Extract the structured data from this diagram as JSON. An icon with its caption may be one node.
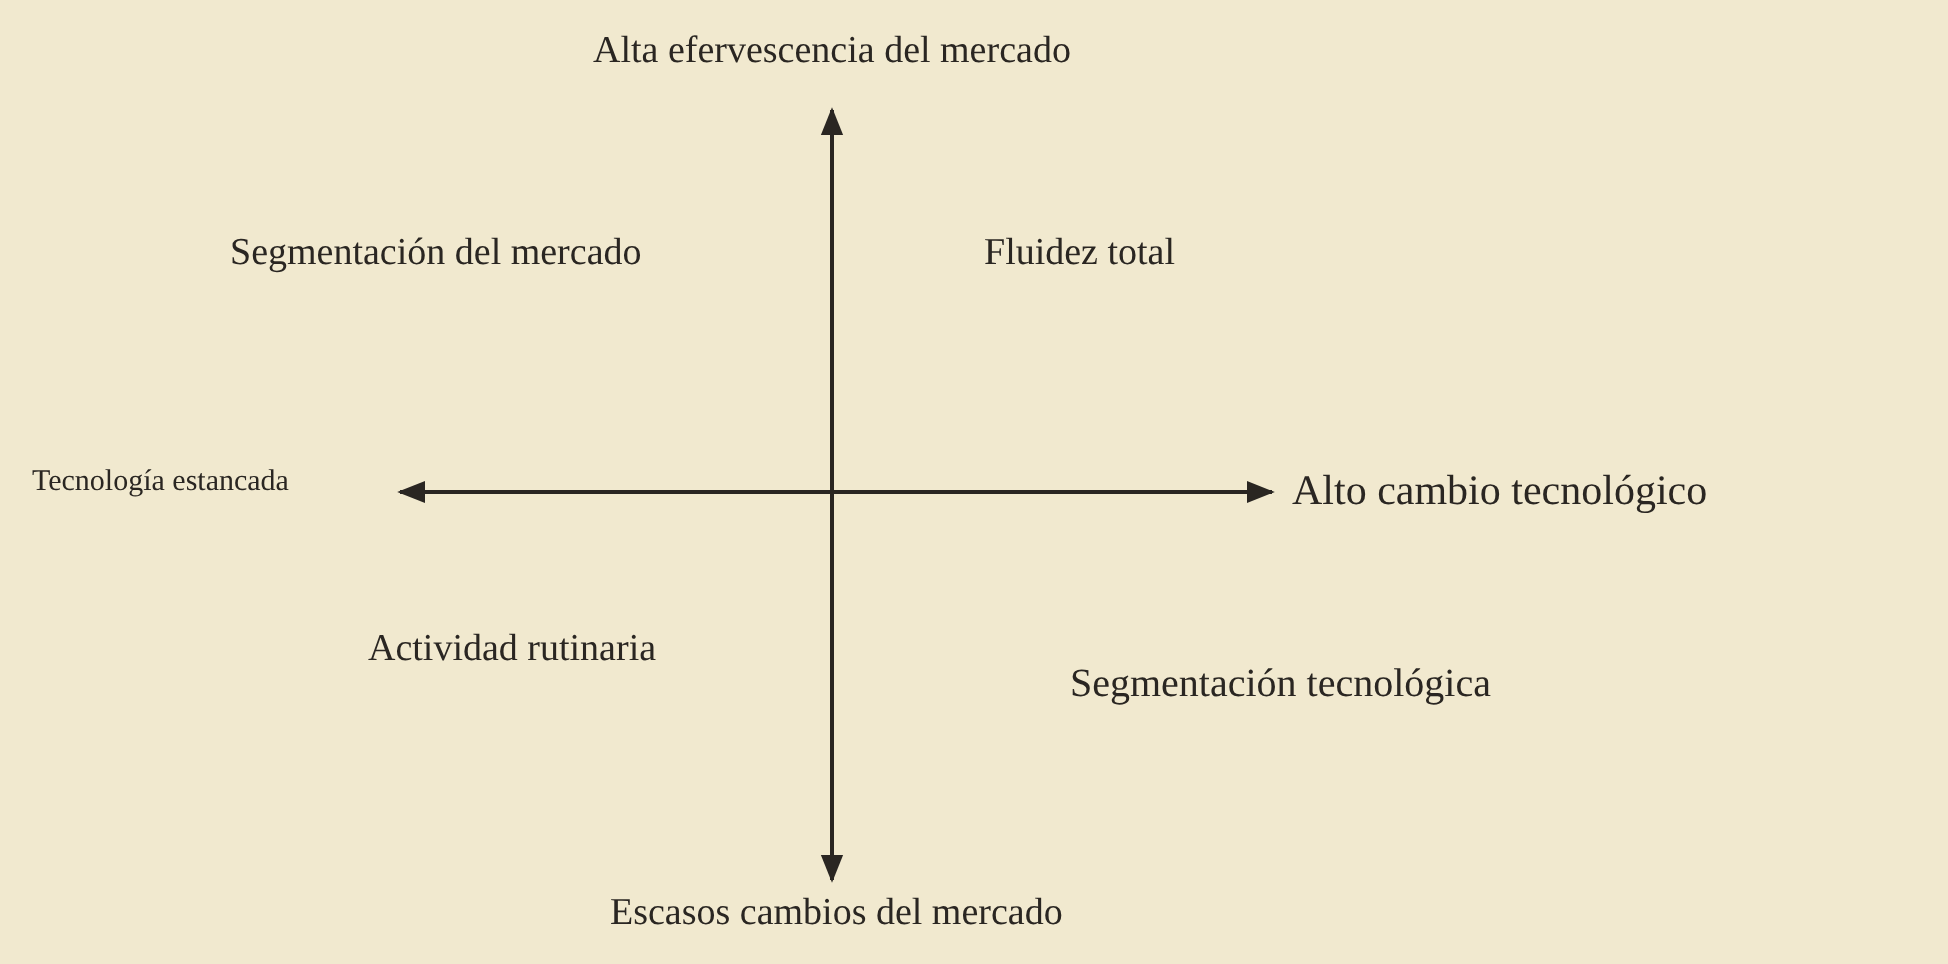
{
  "diagram": {
    "labels": [
      "Alta efervescencia del mercado",
      "Segmentación del mercado",
      "Fluidez total",
      "Tecnología estancada",
      "Alto cambio tecnológico",
      "Actividad rutinaria",
      "Segmentación tecnológica",
      "Escasos cambios del mercado"
    ]
  }
}
